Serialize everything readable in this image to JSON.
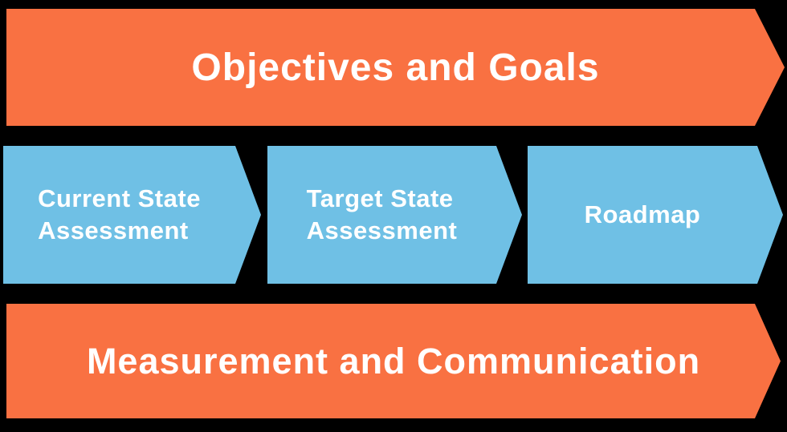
{
  "colors": {
    "background": "#000000",
    "banner": "#F97142",
    "step": "#6FC0E5",
    "text": "#FFFFFF"
  },
  "diagram": {
    "top_banner": {
      "label": "Objectives and Goals"
    },
    "steps": [
      {
        "label": "Current State\nAssessment"
      },
      {
        "label": "Target State\nAssessment"
      },
      {
        "label": "Roadmap"
      }
    ],
    "bottom_banner": {
      "label": "Measurement and Communication"
    }
  }
}
